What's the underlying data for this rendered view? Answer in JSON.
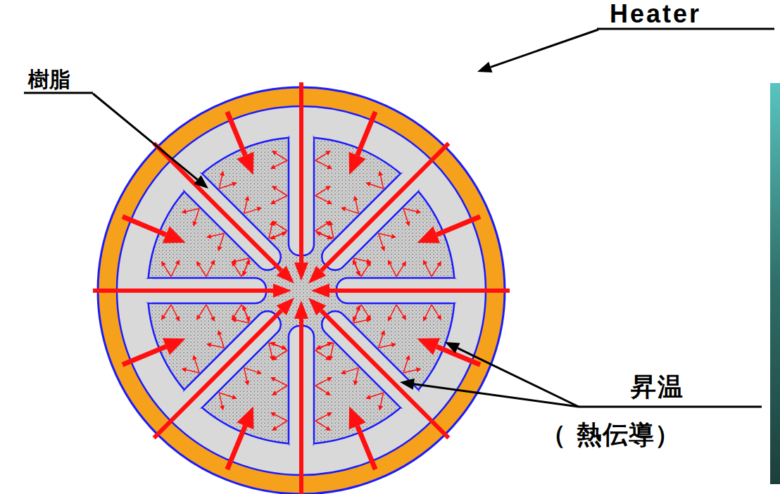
{
  "diagram": {
    "labels": [
      "Heater",
      "樹脂",
      "昇温",
      "（ 熱伝導）"
    ]
  }
}
